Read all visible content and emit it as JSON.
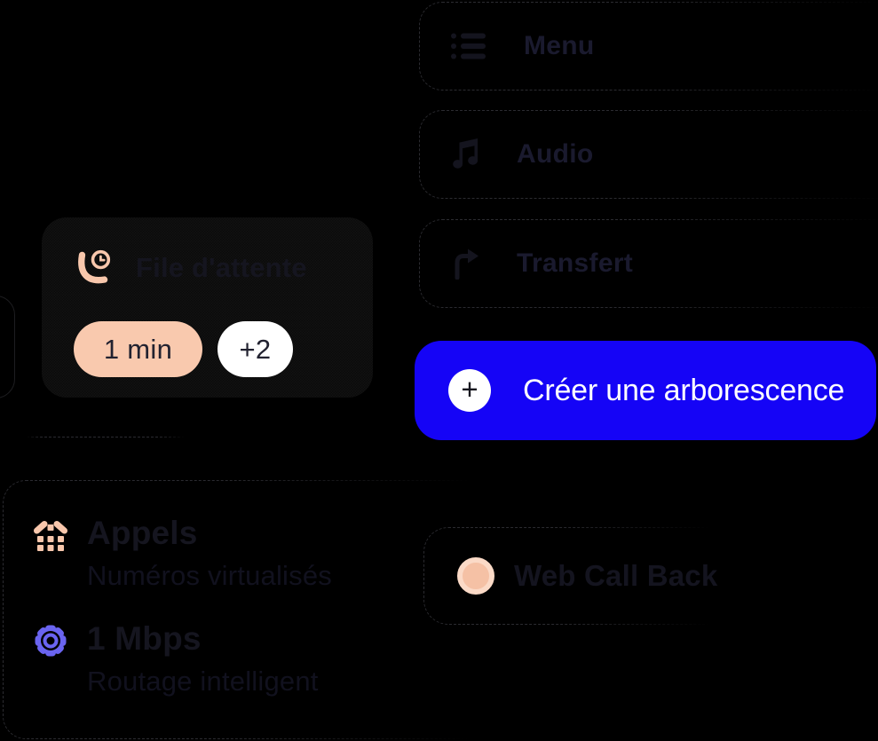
{
  "menu": {
    "items": [
      {
        "label": "Menu",
        "icon": "list-icon"
      },
      {
        "label": "Audio",
        "icon": "music-note-icon"
      },
      {
        "label": "Transfert",
        "icon": "transfer-arrow-icon"
      }
    ]
  },
  "cta": {
    "label": "Créer une arborescence",
    "plus": "+",
    "color": "#1504F6"
  },
  "queue": {
    "title": "File d'attente",
    "icon": "phone-clock-icon",
    "badges": [
      {
        "label": "1 min",
        "color": "#F9C9AE"
      },
      {
        "label": "+2",
        "color": "#FFFFFF"
      }
    ]
  },
  "features": [
    {
      "title": "Appels",
      "subtitle": "Numéros virtualisés",
      "icon": "desk-phone-icon",
      "icon_color": "#F8C7AC"
    },
    {
      "title": "1 Mbps",
      "subtitle": "Routage intelligent",
      "icon": "gear-icon",
      "icon_color": "#6A64F0"
    }
  ],
  "web_callback": {
    "label": "Web Call Back",
    "icon": "peach-dot-avatar"
  },
  "colors": {
    "background": "#000000",
    "accent_blue": "#1504F6",
    "peach": "#F8C7AC",
    "purple": "#6A64F0",
    "hidden_text_navy": "#1a1a2e"
  }
}
